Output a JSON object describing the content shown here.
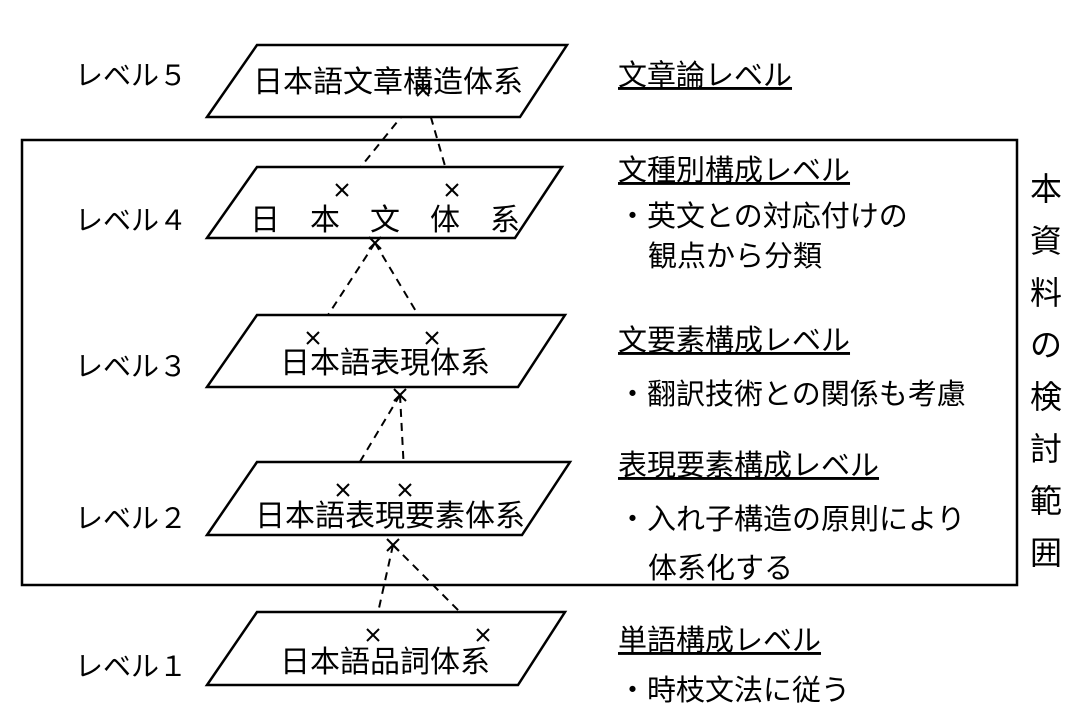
{
  "levels": [
    {
      "label": "レベル５",
      "system": "日本語文章構造体系",
      "heading": "文章論レベル",
      "notes": []
    },
    {
      "label": "レベル４",
      "system": "日　本　文　体　系",
      "heading": "文種別構成レベル",
      "notes": [
        "・英文との対応付けの",
        "観点から分類"
      ]
    },
    {
      "label": "レベル３",
      "system": "日本語表現体系",
      "heading": "文要素構成レベル",
      "notes": [
        "・翻訳技術との関係も考慮"
      ]
    },
    {
      "label": "レベル２",
      "system": "日本語表現要素体系",
      "heading": "表現要素構成レベル",
      "notes": [
        "・入れ子構造の原則により",
        "体系化する"
      ]
    },
    {
      "label": "レベル１",
      "system": "日本語品詞体系",
      "heading": "単語構成レベル",
      "notes": [
        "・時枝文法に従う"
      ]
    }
  ],
  "scope_label": [
    "本",
    "資",
    "料",
    "の",
    "検",
    "討",
    "範",
    "囲"
  ]
}
